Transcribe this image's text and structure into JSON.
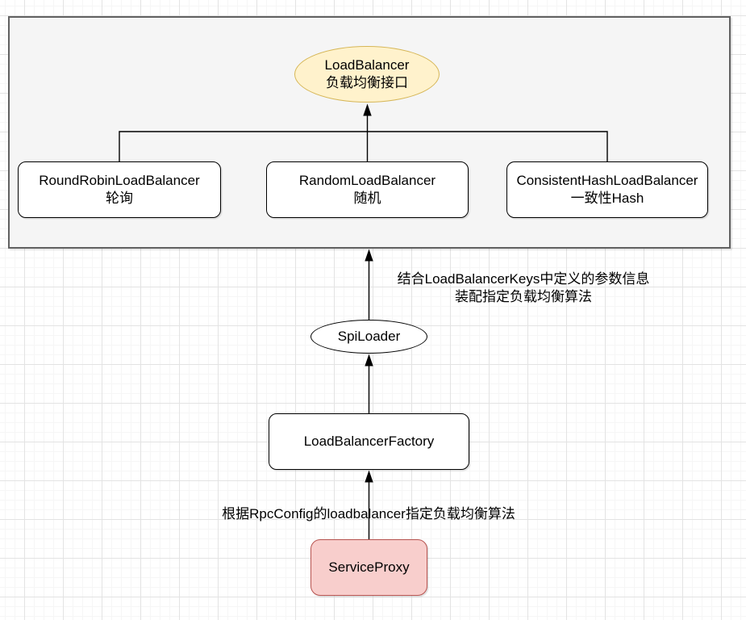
{
  "colors": {
    "canvas_grid_major": "#e3e3e3",
    "canvas_grid_minor": "#f6f6f6",
    "container_fill": "#f5f5f5",
    "container_border": "#616161",
    "interface_fill": "#fff2cc",
    "interface_border": "#d6b656",
    "impl_fill": "#ffffff",
    "impl_border": "#000000",
    "proxy_fill": "#f8cecc",
    "proxy_border": "#b85450",
    "connector": "#000000"
  },
  "nodes": {
    "load_balancer": {
      "title": "LoadBalancer",
      "subtitle": "负载均衡接口"
    },
    "implementations": [
      {
        "title": "RoundRobinLoadBalancer",
        "subtitle": "轮询"
      },
      {
        "title": "RandomLoadBalancer",
        "subtitle": "随机"
      },
      {
        "title": "ConsistentHashLoadBalancer",
        "subtitle": "一致性Hash"
      }
    ],
    "spi_loader": {
      "title": "SpiLoader"
    },
    "factory": {
      "title": "LoadBalancerFactory"
    },
    "service_proxy": {
      "title": "ServiceProxy"
    }
  },
  "annotations": {
    "spi": {
      "line1": "结合LoadBalancerKeys中定义的参数信息",
      "line2": "装配指定负载均衡算法"
    },
    "proxy": {
      "line1": "根据RpcConfig的loadbalancer指定负载均衡算法"
    }
  }
}
